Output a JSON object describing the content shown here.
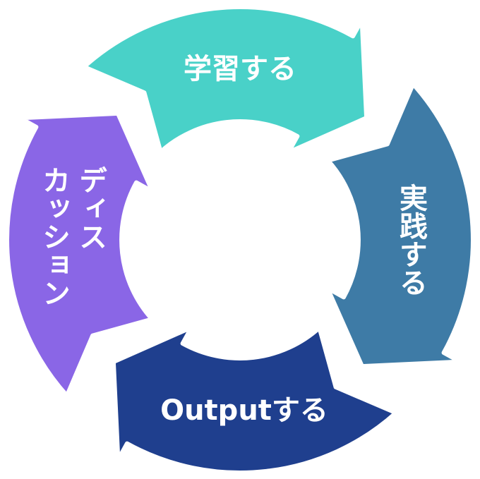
{
  "cycle": {
    "steps": [
      {
        "label": "学習する",
        "color": "#49d1c8"
      },
      {
        "label": "実践する",
        "color": "#3e7ba6"
      },
      {
        "label": "Outputする",
        "color": "#1f3f8e"
      },
      {
        "label": "ディスカッション",
        "color": "#8a66e6",
        "lines": [
          "ディス",
          "カッション"
        ]
      }
    ]
  }
}
